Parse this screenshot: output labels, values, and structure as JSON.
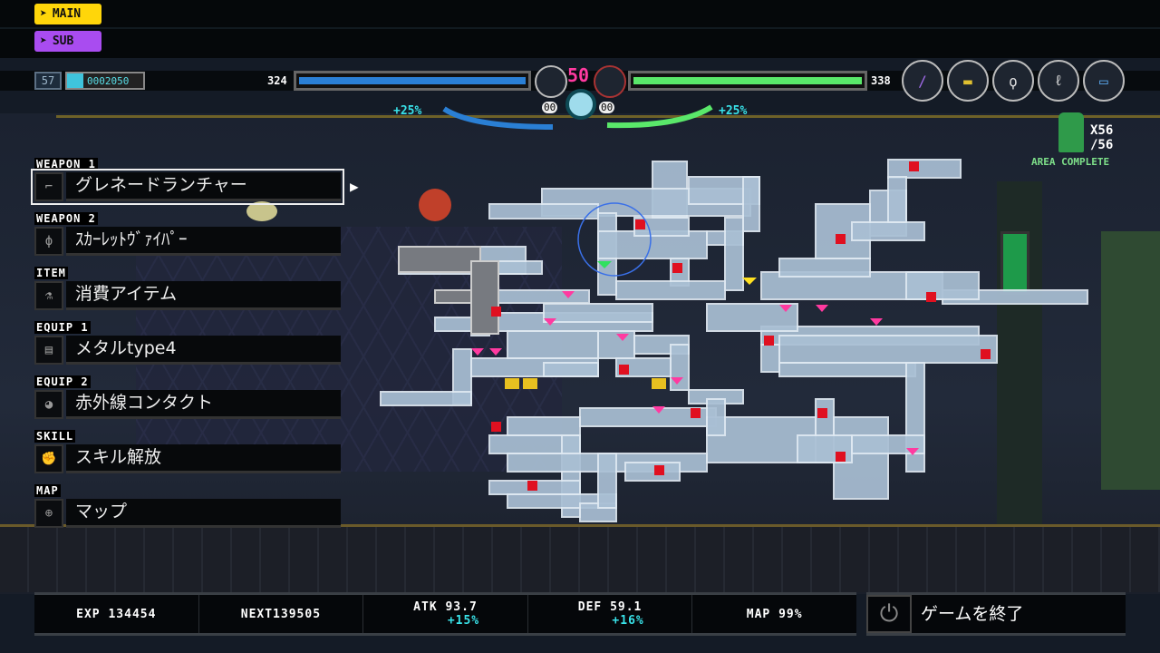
{
  "weapon_slots": {
    "main": "MAIN",
    "sub": "SUB",
    "main_color": "#ffd60a",
    "sub_color": "#a94cf0"
  },
  "hud": {
    "level": "57",
    "exp_counter": "0002050",
    "hp_left": "324",
    "hp_right": "338",
    "center_value": "50",
    "left_bonus": "+25%",
    "right_bonus": "+25%",
    "left_count": "00",
    "right_count": "00",
    "left_hp_fraction": 1.0,
    "right_hp_fraction": 1.0
  },
  "equipment_icons": [
    "pen-icon",
    "chip-icon",
    "lasso-icon",
    "whip-icon",
    "card-icon"
  ],
  "area": {
    "count": "X56",
    "total": "/56",
    "status": "AREA COMPLETE"
  },
  "menu": [
    {
      "label": "WEAPON 1",
      "value": "グレネードランチャー",
      "icon": "grenade-launcher-icon"
    },
    {
      "label": "WEAPON 2",
      "value": "ｽｶｰﾚｯﾄｳﾞｧｲﾊﾟｰ",
      "icon": "scarlet-viper-icon"
    },
    {
      "label": "ITEM",
      "value": "消費アイテム",
      "icon": "potion-icon"
    },
    {
      "label": "EQUIP 1",
      "value": "メタルtype4",
      "icon": "metal-plate-icon"
    },
    {
      "label": "EQUIP 2",
      "value": "赤外線コンタクト",
      "icon": "contact-icon"
    },
    {
      "label": "SKILL",
      "value": "スキル解放",
      "icon": "arm-icon"
    },
    {
      "label": "MAP",
      "value": "マップ",
      "icon": "map-pin-icon"
    }
  ],
  "stats": {
    "exp": "EXP 134454",
    "next": "NEXT139505",
    "atk": "ATK 93.7",
    "atk_bonus": "+15%",
    "def": "DEF 59.1",
    "def_bonus": "+16%",
    "map": "MAP  99%"
  },
  "quit_label": "ゲームを終了"
}
